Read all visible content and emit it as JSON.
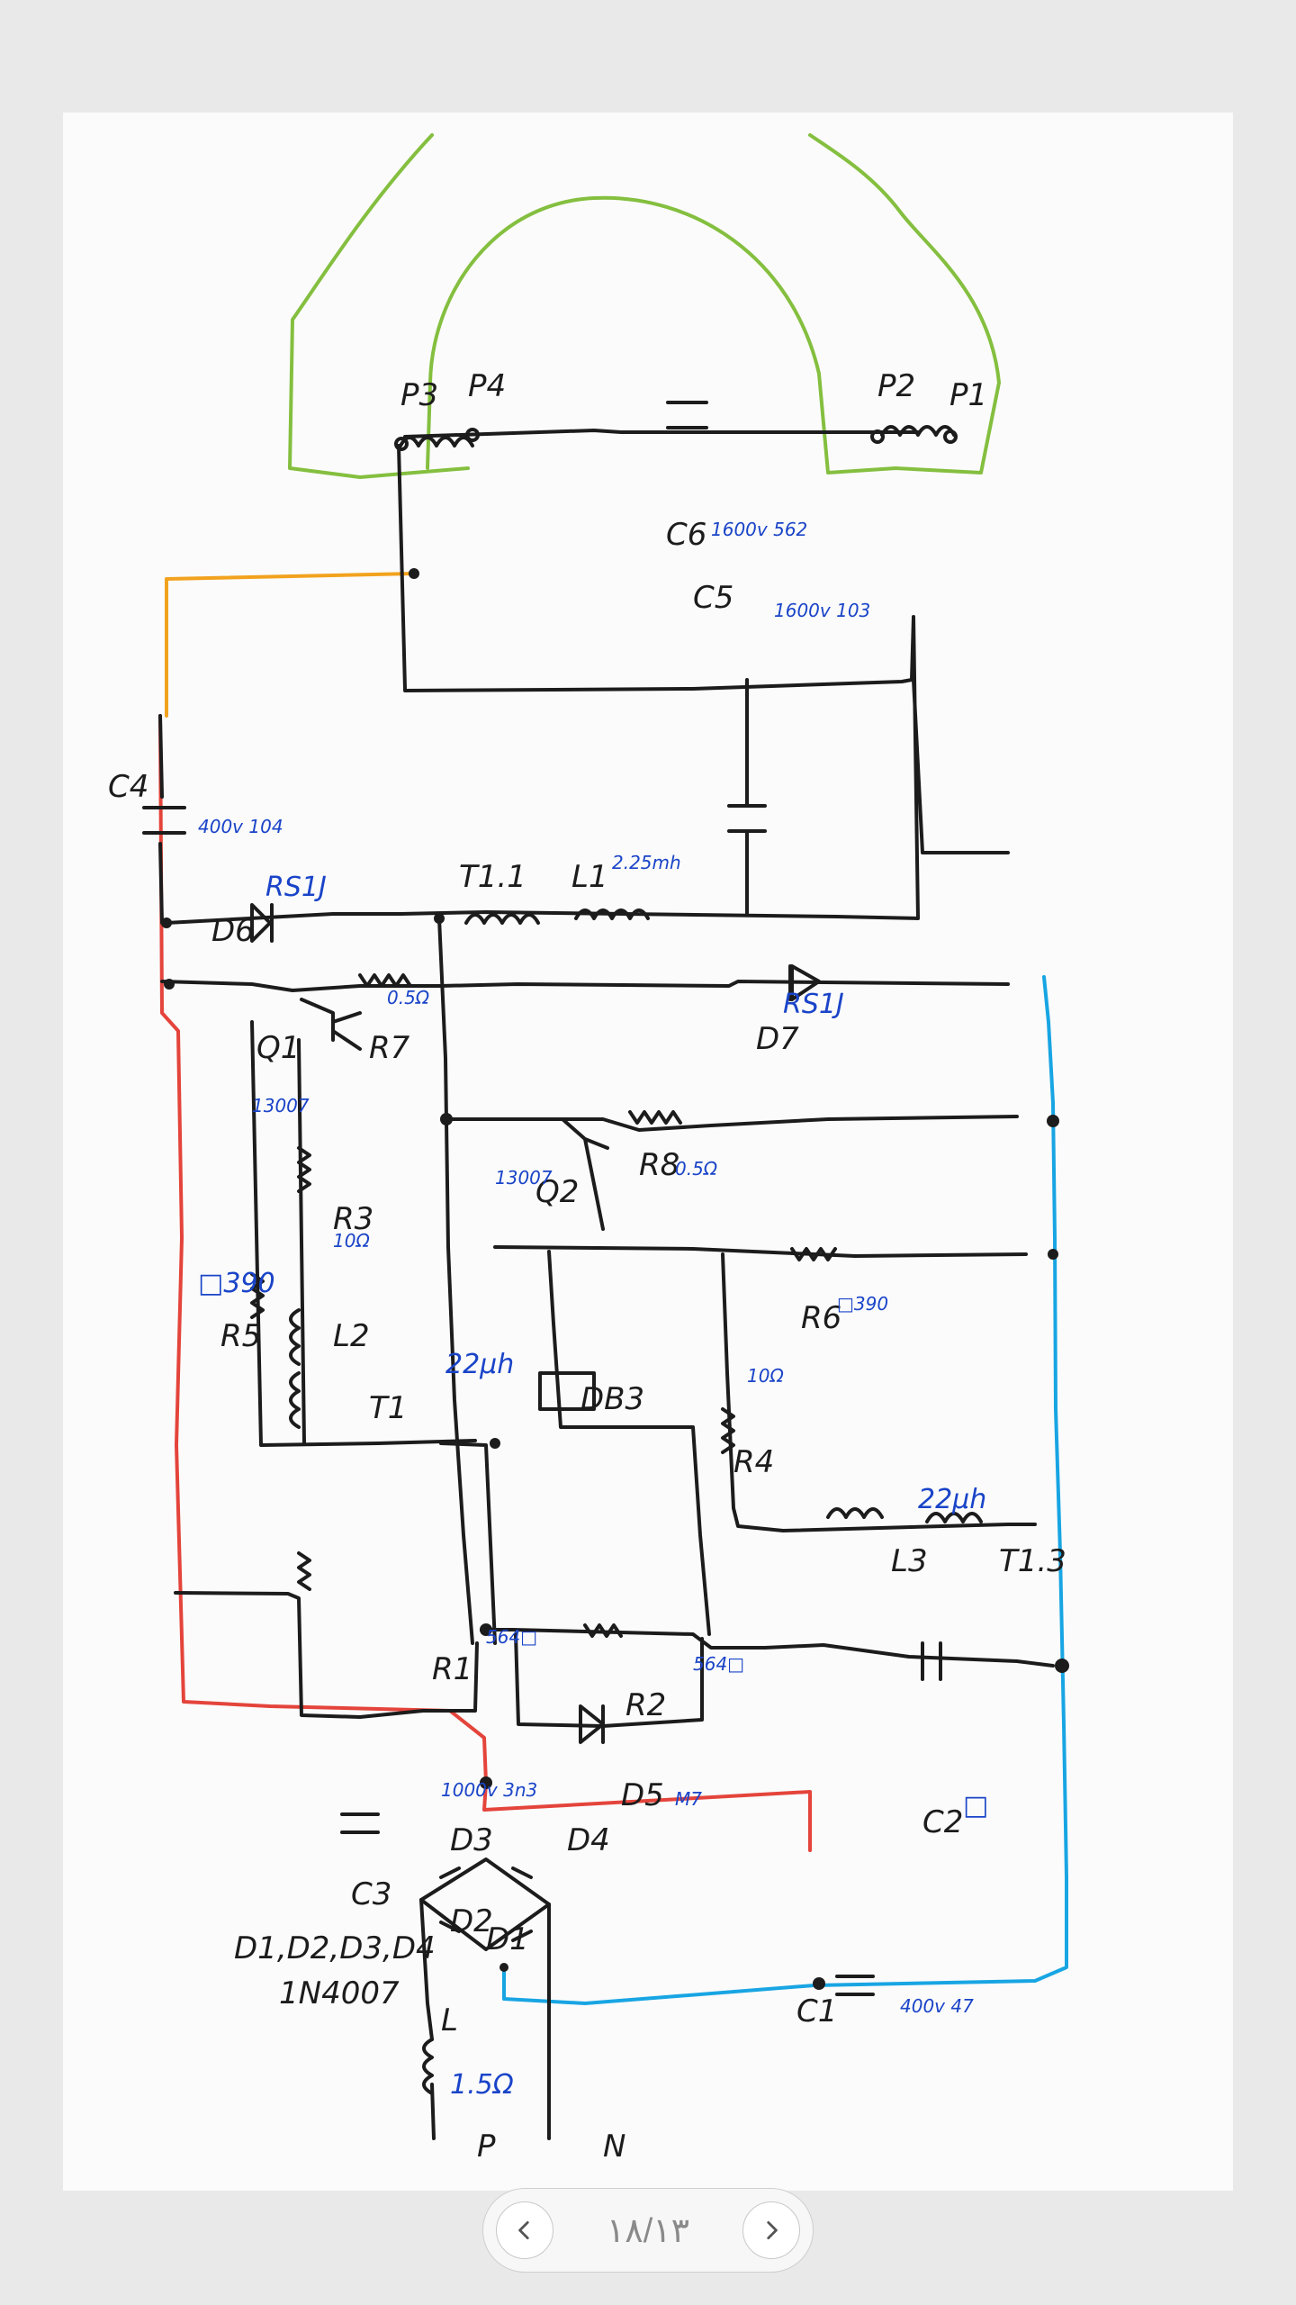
{
  "viewer": {
    "page_indicator": "۱۸/۱۳",
    "prev_icon": "chevron-left-icon",
    "next_icon": "chevron-right-icon"
  },
  "labels": {
    "c4": "C4",
    "c4_val": "400v 104",
    "c5": "C5",
    "c5_val": "1600v 103",
    "c6": "C6",
    "c6_val": "1600v 562",
    "p1": "P1",
    "p2": "P2",
    "p3": "P3",
    "p4": "P4",
    "t11": "T1.1",
    "l1": "L1",
    "l1_val": "2.25mh",
    "d6": "D6",
    "d6_val": "RS1J",
    "d7": "D7",
    "d7_val": "RS1J",
    "q1": "Q1",
    "q1_val": "13007",
    "q2": "Q2",
    "q2_val": "13007",
    "r7": "R7",
    "r7_val": "0.5Ω",
    "r8": "R8",
    "r8_val": "0.5Ω",
    "r5": "R5",
    "r5_val": "□390",
    "r3": "R3",
    "r3_val": "10Ω",
    "r6": "R6",
    "r6_val": "□390",
    "r4": "R4",
    "r4_val": "10Ω",
    "t1": "T1",
    "l2": "L2",
    "l2_val": "22μh",
    "db3": "DB3",
    "l3": "L3",
    "l3_val": "22μh",
    "t13": "T1.3",
    "r1": "R1",
    "r1_val": "564□",
    "r2": "R2",
    "r2_val": "564□",
    "c3": "C3",
    "c3_val": "1000v 3n3",
    "d5": "D5",
    "d5_val": "M7",
    "c2": "C2",
    "c2_val": "□",
    "c1": "C1",
    "c1_val": "400v 47",
    "d1": "D1",
    "d2": "D2",
    "d3": "D3",
    "d4": "D4",
    "diodes_list": "D1,D2,D3,D4",
    "diodes_part": "1N4007",
    "l": "L",
    "l_val": "1.5Ω",
    "p": "P",
    "n": "N"
  },
  "colors": {
    "ink": "#1c1c1c",
    "red_wire": "#e4443b",
    "blue_wire": "#18a5e3",
    "green_wire": "#84bf3f",
    "orange_wire": "#f2a21e",
    "note_blue": "#1a44c8"
  }
}
